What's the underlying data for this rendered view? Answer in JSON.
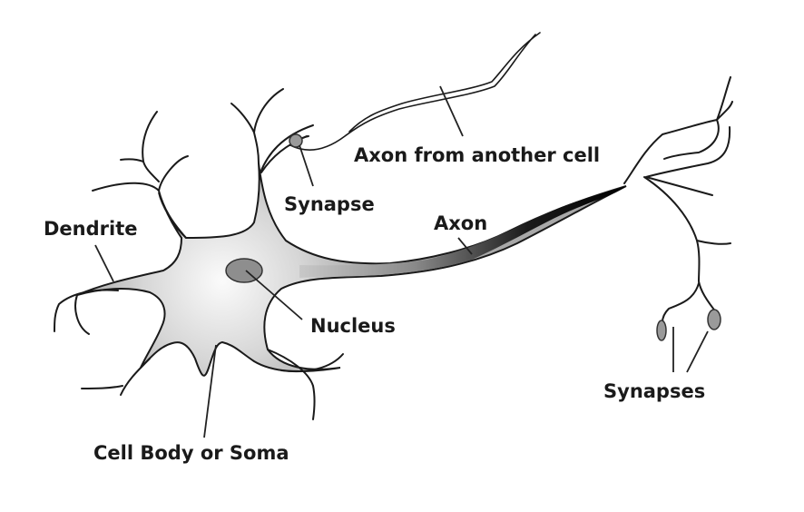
{
  "diagram": {
    "title": "Neuron structure",
    "colors": {
      "outline": "#1a1a1a",
      "soma_center": "#fafafa",
      "soma_edge": "#bdbdbd",
      "nucleus": "#8e8e8e",
      "synapse": "#9a9a9a",
      "axon_dark": "#000000",
      "background": "#ffffff"
    },
    "labels": {
      "dendrite": "Dendrite",
      "synapse": "Synapse",
      "axon_from_another_cell": "Axon from another cell",
      "axon": "Axon",
      "nucleus": "Nucleus",
      "synapses": "Synapses",
      "cell_body": "Cell Body or Soma"
    }
  }
}
